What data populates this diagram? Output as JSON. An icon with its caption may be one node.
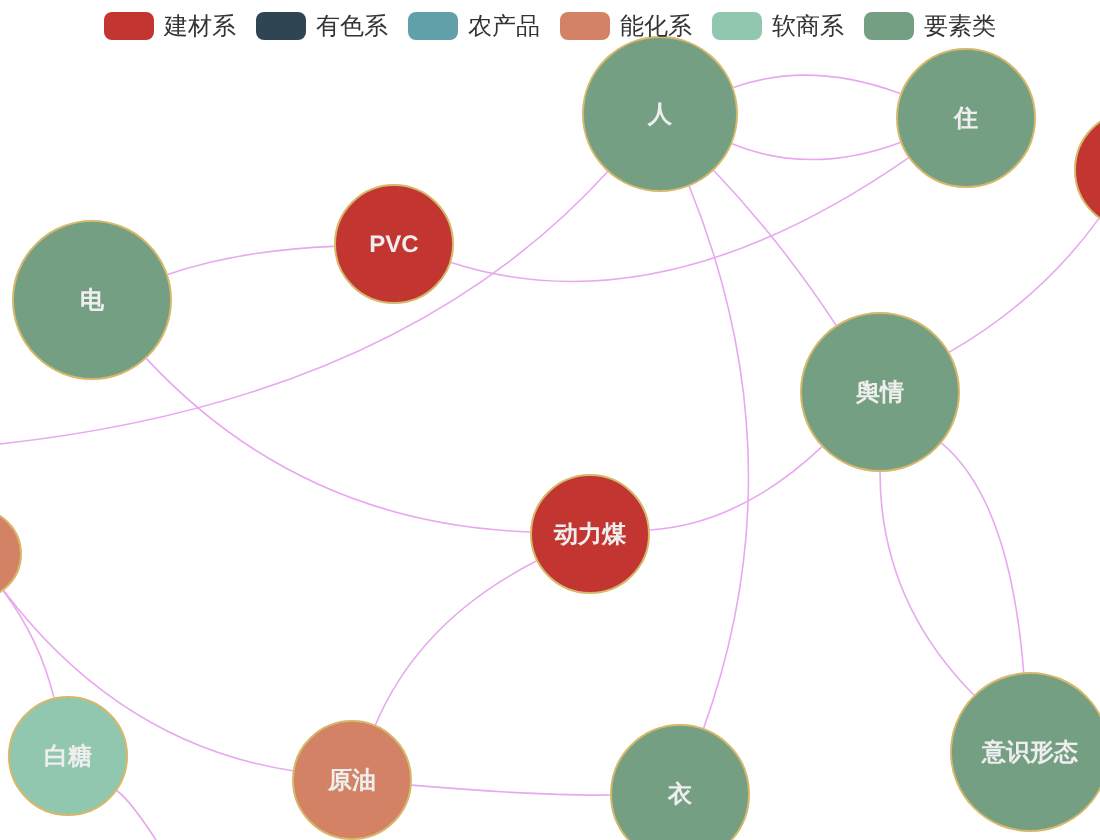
{
  "diagram": {
    "nodes": [
      {
        "text": [
          "人"
        ]
      },
      {
        "text": [
          "住"
        ]
      },
      {
        "text": [],
        "shape": "circle"
      },
      {
        "text": [
          "PVC"
        ]
      },
      {
        "text": [
          "电"
        ]
      },
      {
        "text": [
          "舆情"
        ]
      },
      {
        "text": [
          "动力煤"
        ]
      },
      {
        "text": [],
        "shape": "circle"
      },
      {
        "text": [
          "白糖"
        ]
      },
      {
        "text": [
          "原油"
        ]
      },
      {
        "text": [
          "衣"
        ]
      },
      {
        "text": [
          "意识形态"
        ]
      }
    ],
    "edges": [
      {
        "from": 0,
        "to": 1,
        "arrow": "none"
      },
      {
        "from": 0,
        "to": 1,
        "arrow": "none"
      },
      {
        "from": 0,
        "to": 5,
        "arrow": "none"
      },
      {
        "from": 0,
        "to": 10,
        "arrow": "none"
      },
      {
        "from": 3,
        "to": 4,
        "arrow": "none"
      },
      {
        "from": 3,
        "to": 1,
        "arrow": "none"
      },
      {
        "from": 4,
        "to": 6,
        "arrow": "none"
      },
      {
        "from": 6,
        "to": 5,
        "arrow": "none"
      },
      {
        "from": 6,
        "to": 9,
        "arrow": "none"
      },
      {
        "from": 5,
        "to": 11,
        "arrow": "none"
      },
      {
        "from": 5,
        "to": 11,
        "arrow": "none"
      },
      {
        "from": 5,
        "to": 2,
        "arrow": "none"
      },
      {
        "from": 7,
        "to": 8,
        "arrow": "none"
      },
      {
        "from": 7,
        "to": 9,
        "arrow": "none"
      },
      {
        "from": 9,
        "to": 10,
        "arrow": "none"
      },
      {
        "from": 0,
        "to": null,
        "arrow": "none"
      },
      {
        "from": 8,
        "to": null,
        "arrow": "none"
      }
    ],
    "legend": [
      {
        "text": "建材系",
        "color": "#c23531"
      },
      {
        "text": "有色系",
        "color": "#2f4554"
      },
      {
        "text": "农产品",
        "color": "#61a0a8"
      },
      {
        "text": "能化系",
        "color": "#d48265"
      },
      {
        "text": "软商系",
        "color": "#91c7ae"
      },
      {
        "text": "要素类",
        "color": "#749f83"
      }
    ]
  }
}
